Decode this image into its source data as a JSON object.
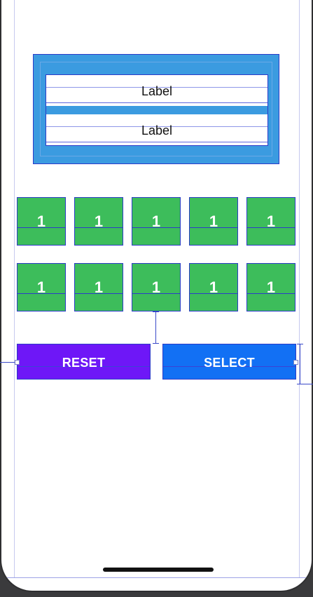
{
  "labels": {
    "top": "Label",
    "bottom": "Label"
  },
  "tiles": {
    "row1": [
      "1",
      "1",
      "1",
      "1",
      "1"
    ],
    "row2": [
      "1",
      "1",
      "1",
      "1",
      "1"
    ]
  },
  "buttons": {
    "reset": "RESET",
    "select": "SELECT"
  },
  "colors": {
    "label_container": "#3b9be0",
    "tile": "#3dbd5b",
    "reset_button": "#6e17f7",
    "select_button": "#1270f4",
    "constraint_outline": "#2c3bc8"
  }
}
